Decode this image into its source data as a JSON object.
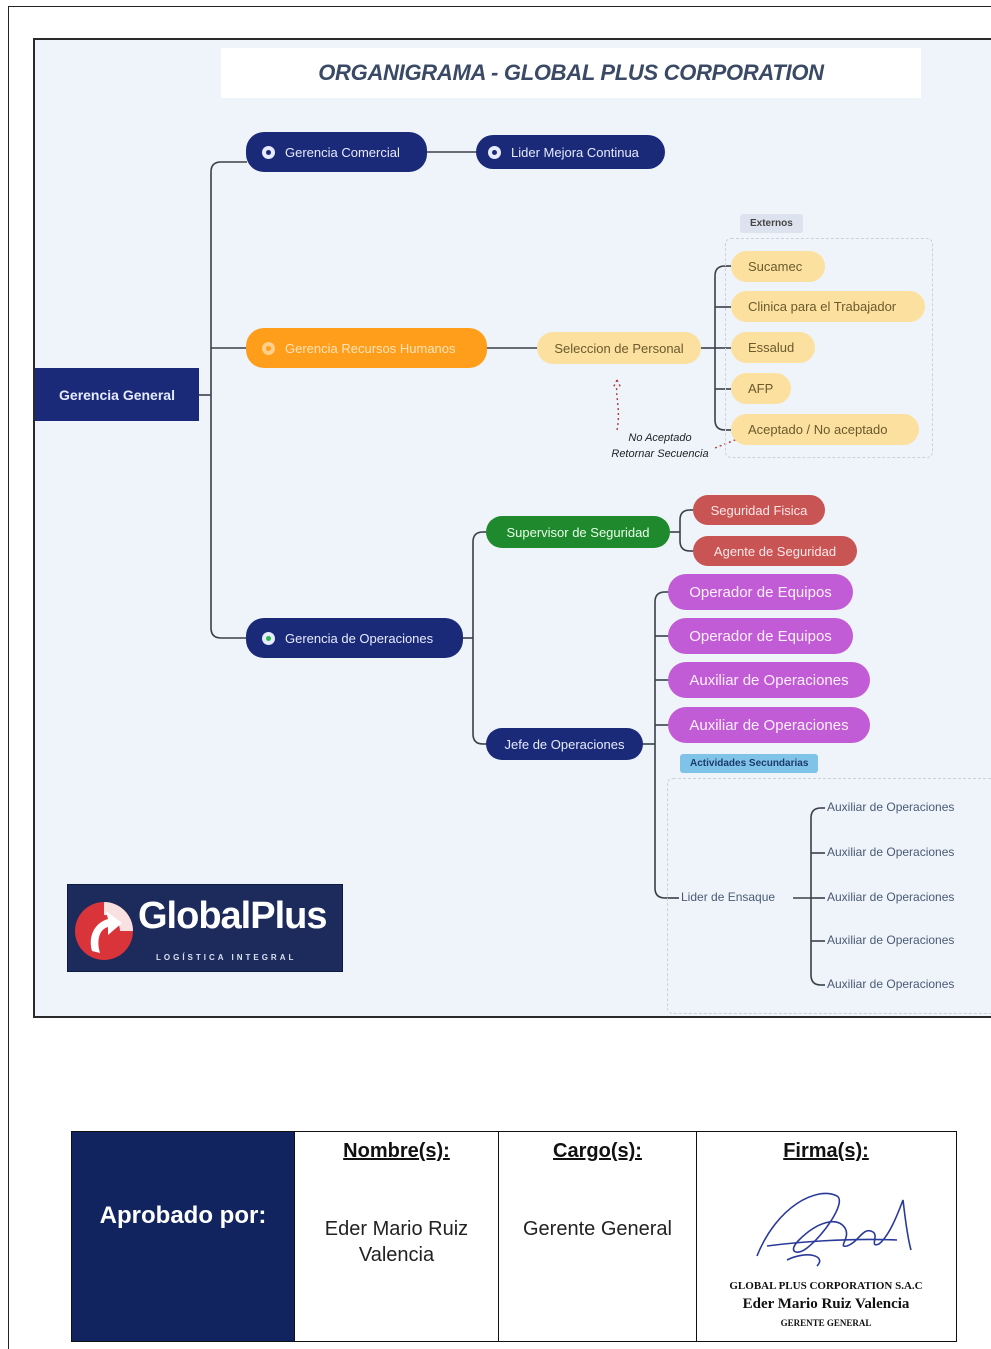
{
  "title": "ORGANIGRAMA - GLOBAL PLUS CORPORATION",
  "colors": {
    "navy": "#1b2a78",
    "orange": "#ff9e1b",
    "yellow": "#fbe0a0",
    "green": "#1f8a2d",
    "red": "#c85454",
    "purple": "#c25bd6",
    "table_header": "#12245f"
  },
  "nodes": {
    "root": "Gerencia General",
    "comercial": "Gerencia Comercial",
    "mejora": "Lider Mejora Continua",
    "rrhh": "Gerencia Recursos Humanos",
    "seleccion": "Seleccion de Personal",
    "externos_tag": "Externos",
    "externos": [
      "Sucamec",
      "Clinica para el Trabajador",
      "Essalud",
      "AFP",
      "Aceptado / No aceptado"
    ],
    "note_line1": "No Aceptado",
    "note_line2": "Retornar Secuencia",
    "operaciones": "Gerencia de Operaciones",
    "supervisor": "Supervisor de Seguridad",
    "seguridad": [
      "Seguridad Fisica",
      "Agente de Seguridad"
    ],
    "jefe": "Jefe de Operaciones",
    "jefe_children": [
      "Operador de Equipos",
      "Operador de Equipos",
      "Auxiliar de Operaciones",
      "Auxiliar de Operaciones"
    ],
    "secundarias_tag": "Actividades Secundarias",
    "ensaque": "Lider de Ensaque",
    "ensaque_children": [
      "Auxiliar de Operaciones",
      "Auxiliar de Operaciones",
      "Auxiliar de Operaciones",
      "Auxiliar de Operaciones",
      "Auxiliar de Operaciones"
    ]
  },
  "logo": {
    "name": "GlobalPlus",
    "subtitle": "LOGÍSTICA INTEGRAL"
  },
  "approval": {
    "label": "Aprobado por:",
    "name_header": "Nombre(s):",
    "name_value": "Eder Mario Ruiz Valencia",
    "role_header": "Cargo(s):",
    "role_value": "Gerente General",
    "signature_header": "Firma(s):",
    "stamp_company": "GLOBAL PLUS CORPORATION S.A.C",
    "stamp_name": "Eder Mario Ruiz Valencia",
    "stamp_role": "GERENTE GENERAL"
  }
}
